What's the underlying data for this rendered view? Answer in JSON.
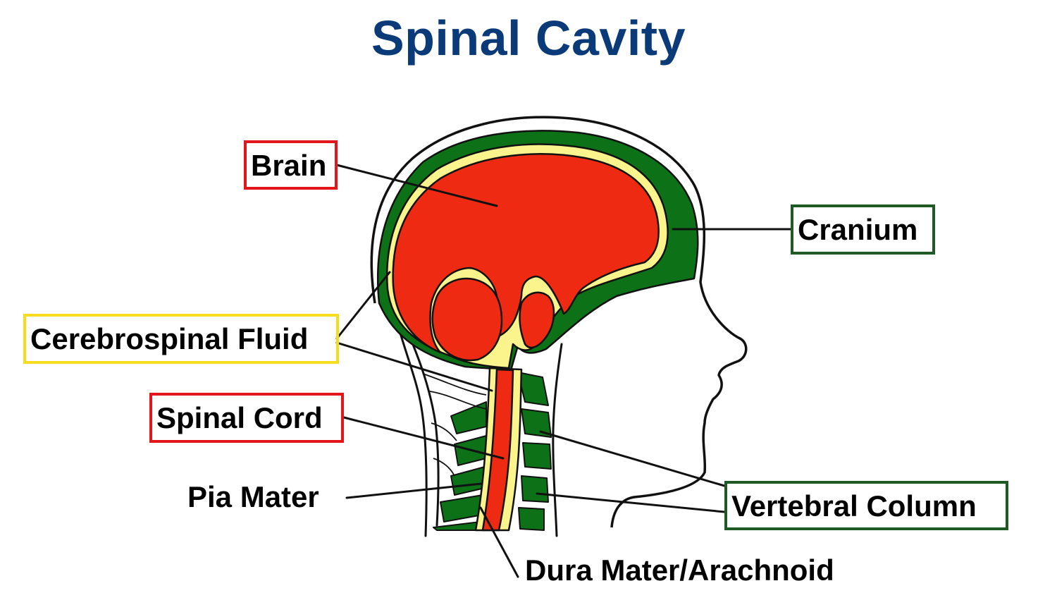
{
  "title": "Spinal Cavity",
  "colors": {
    "title": "#0a3a78",
    "brain": "#ee2a12",
    "csf": "#fbf38c",
    "bone": "#0d7217",
    "outline": "#111111",
    "box_red": "#e2161b",
    "box_yellow": "#f5dc1f",
    "box_green": "#1f5a24"
  },
  "labels": {
    "brain": "Brain",
    "cranium": "Cranium",
    "csf": "Cerebrospinal Fluid",
    "spinal_cord": "Spinal Cord",
    "pia_mater": "Pia Mater",
    "vertebral_column": "Vertebral Column",
    "dura_mater": "Dura Mater/Arachnoid"
  }
}
